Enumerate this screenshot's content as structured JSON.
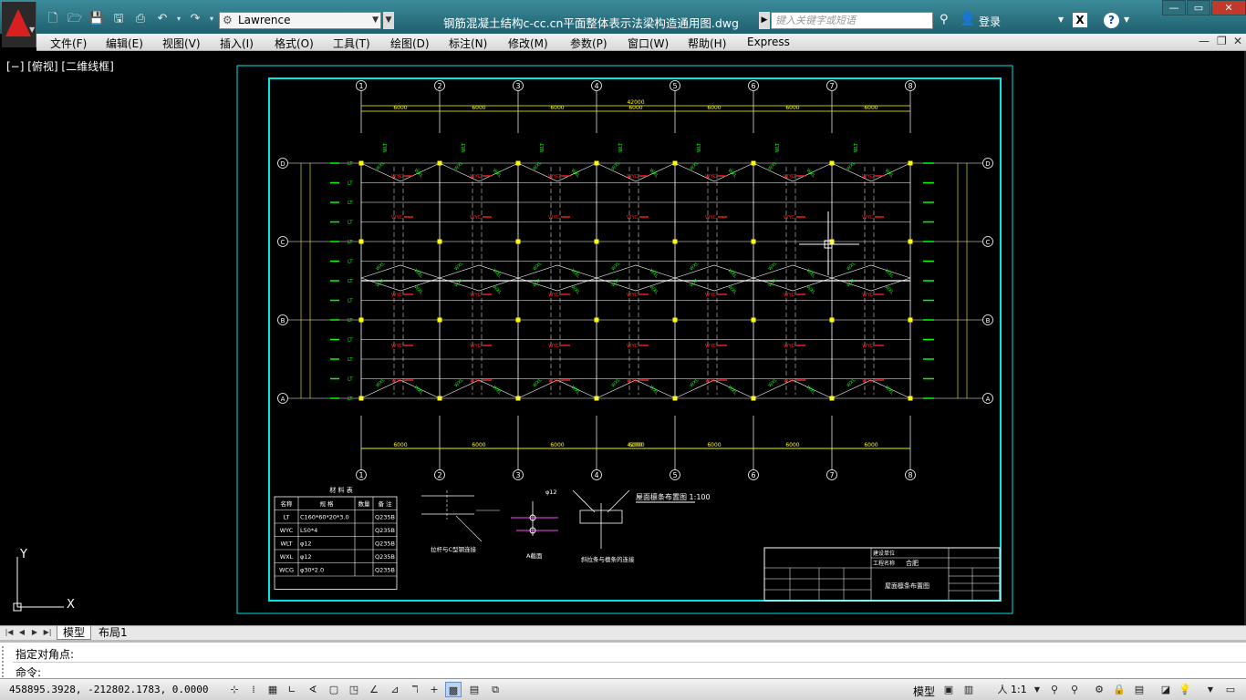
{
  "title_bar": {
    "workspace": "Lawrence",
    "document_title": "钢筋混凝土结构c-cc.cn平面整体表示法梁构造通用图.dwg",
    "search_placeholder": "键入关键字或短语",
    "login_label": "登录"
  },
  "menu": {
    "items": [
      "文件(F)",
      "编辑(E)",
      "视图(V)",
      "插入(I)",
      "格式(O)",
      "工具(T)",
      "绘图(D)",
      "标注(N)",
      "修改(M)",
      "参数(P)",
      "窗口(W)",
      "帮助(H)",
      "Express"
    ]
  },
  "viewport": {
    "label": "[−] [俯视] [二维线框]"
  },
  "drawing": {
    "grid_numbers": [
      "1",
      "2",
      "3",
      "4",
      "5",
      "6",
      "7",
      "8"
    ],
    "grid_letters": [
      "D",
      "C",
      "B",
      "A"
    ],
    "bay_dims": [
      "6000",
      "6000",
      "6000",
      "6000",
      "6000",
      "6000",
      "6000"
    ],
    "total_dim": "42000",
    "material_table": {
      "title": "材 料 表",
      "headers": [
        "名称",
        "规 格",
        "数量",
        "备 注"
      ],
      "rows": [
        [
          "LT",
          "C160*60*20*3.0",
          "",
          "Q235B"
        ],
        [
          "WYC",
          "L50*4",
          "",
          "Q235B"
        ],
        [
          "WLT",
          "φ12",
          "",
          "Q235B"
        ],
        [
          "WXL",
          "φ12",
          "",
          "Q235B"
        ],
        [
          "WCG",
          "φ30*2.0",
          "",
          "Q235B"
        ]
      ]
    },
    "detail_titles": [
      "拉杆与C型钢连接",
      "A截面",
      "斜拉条与檩条的连接"
    ],
    "detail_label_phi": "φ12",
    "plan_title": "屋面檩条布置图 1:100",
    "title_block": {
      "project": "工程名称",
      "drawing_name": "屋面檩条布置图",
      "owner_label": "建设单位",
      "design_unit": "合肥"
    },
    "ucs": {
      "x": "X",
      "y": "Y"
    }
  },
  "tabs": [
    "模型",
    "布局1"
  ],
  "command": {
    "history": "指定对角点:",
    "prompt": "命令:"
  },
  "status": {
    "coords": "458895.3928, -212802.1783, 0.0000",
    "model": "模型",
    "scale": "1:1"
  },
  "colors": {
    "frame": "#00e5e5",
    "grid_line": "#ffff00",
    "beam": "#ffffff",
    "label_green": "#00ff00",
    "label_red": "#ff2020"
  }
}
